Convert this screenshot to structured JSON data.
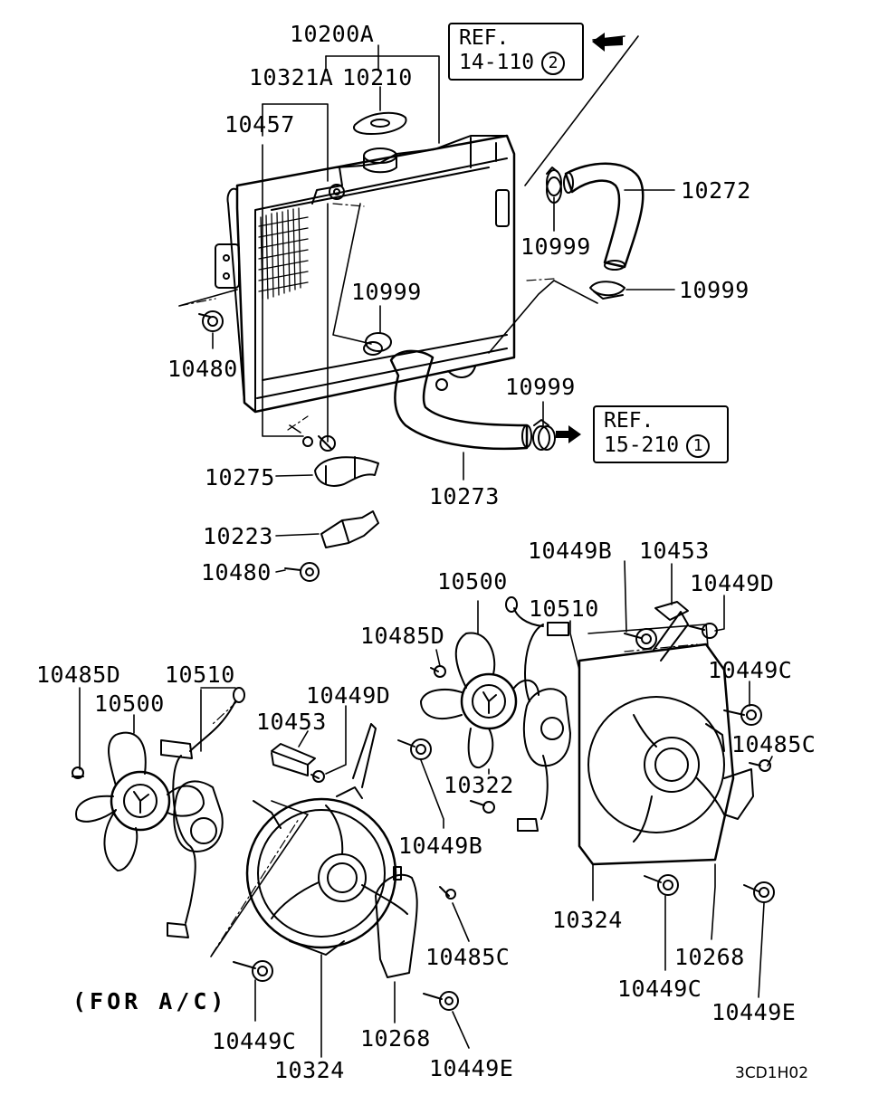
{
  "diagram": {
    "labels": {
      "p10200A": "10200A",
      "p10321A": "10321A",
      "p10210": "10210",
      "p10457": "10457",
      "p10272": "10272",
      "p10999a": "10999",
      "p10999b": "10999",
      "p10999c": "10999",
      "p10999d": "10999",
      "p10480a": "10480",
      "p10275": "10275",
      "p10273": "10273",
      "p10223": "10223",
      "p10480b": "10480",
      "p10449B_top": "10449B",
      "p10453_top": "10453",
      "p10449D_top": "10449D",
      "p10500_mid": "10500",
      "p10510_mid": "10510",
      "p10485D_mid": "10485D",
      "p10449C_right": "10449C",
      "p10485C_right": "10485C",
      "p10322": "10322",
      "p10449B_mid": "10449B",
      "p10324_right": "10324",
      "p10268_right": "10268",
      "p10449C_rbot": "10449C",
      "p10449E_right": "10449E",
      "p10485D_left": "10485D",
      "p10510_left": "10510",
      "p10500_left": "10500",
      "p10449D_left": "10449D",
      "p10453_left": "10453",
      "p10485C_left": "10485C",
      "p10449C_left": "10449C",
      "p10324_left": "10324",
      "p10268_left": "10268",
      "p10449E_left": "10449E"
    },
    "ref1": {
      "line1": "REF.",
      "line2": "14-110",
      "num": "2"
    },
    "ref2": {
      "line1": "REF.",
      "line2": "15-210",
      "num": "1"
    },
    "note": "(FOR A/C)",
    "code": "3CD1H02"
  }
}
